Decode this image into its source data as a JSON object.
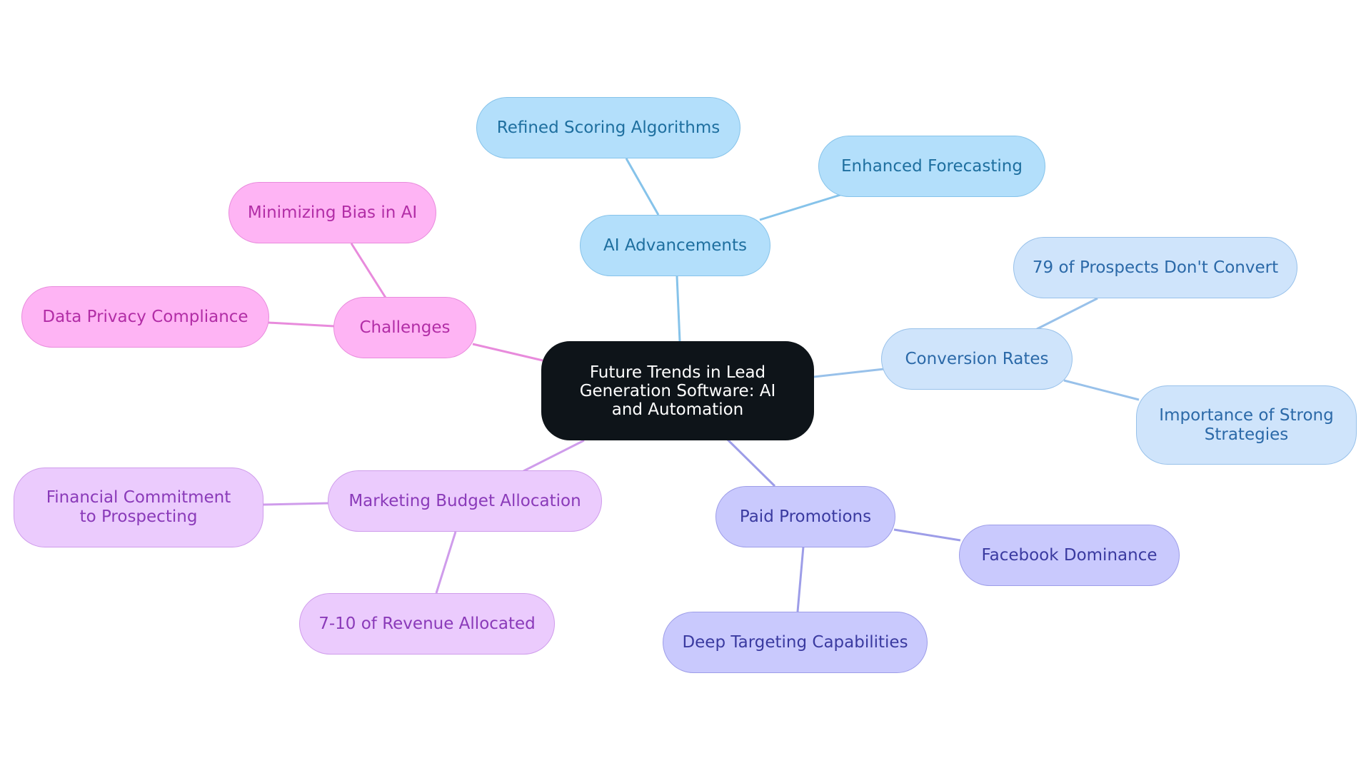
{
  "diagram": {
    "root": {
      "label": "Future Trends in Lead Generation Software: AI and Automation"
    },
    "branches": {
      "ai": {
        "label": "AI Advancements",
        "color": "#86c3ea",
        "children": [
          "Refined Scoring Algorithms",
          "Enhanced Forecasting"
        ]
      },
      "conversion": {
        "label": "Conversion Rates",
        "color": "#98c1ea",
        "children": [
          "79 of Prospects Don't Convert",
          "Importance of Strong Strategies"
        ]
      },
      "paid": {
        "label": "Paid Promotions",
        "color": "#9d9de8",
        "children": [
          "Facebook Dominance",
          "Deep Targeting Capabilities"
        ]
      },
      "marketing": {
        "label": "Marketing Budget Allocation",
        "color": "#cf9ceb",
        "children": [
          "Financial Commitment to Prospecting",
          "7-10 of Revenue Allocated"
        ]
      },
      "challenges": {
        "label": "Challenges",
        "color": "#e88bdc",
        "children": [
          "Minimizing Bias in AI",
          "Data Privacy Compliance"
        ]
      }
    }
  }
}
